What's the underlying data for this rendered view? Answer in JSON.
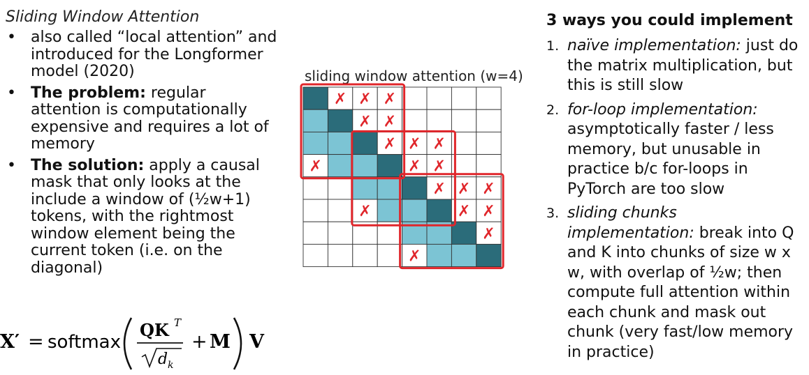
{
  "left": {
    "title": "Sliding Window Attention",
    "bullets": [
      {
        "marker": "•",
        "bold": "",
        "text": "also called “local attention” and introduced for the Longformer model  (2020)"
      },
      {
        "marker": "•",
        "bold": "The problem:",
        "text": " regular attention is computationally expensive and requires a lot of memory"
      },
      {
        "marker": "•",
        "bold": "The solution:",
        "text": " apply a causal mask that only looks at the include a window of (½w+1) tokens, with the rightmost window element being the current token (i.e. on the diagonal)"
      }
    ],
    "formula": {
      "lhs": "X′",
      "equals": "=",
      "func": "softmax",
      "numerator": "QK",
      "superscript": "T",
      "denominator_var": "d",
      "denominator_sub": "k",
      "plus": "+",
      "mask": "M",
      "value": "V"
    }
  },
  "diagram": {
    "caption": "sliding window attention (w=4)",
    "grid_size": 8,
    "dark_color": "#2b6c7a",
    "light_color": "#7cc4d4",
    "annotation_color": "#e0262b",
    "cross_mark": "✗"
  },
  "right": {
    "title": "3 ways you could implement",
    "items": [
      {
        "num": "1.",
        "italic": "naïve implementation:",
        "text": " just do the matrix multiplication, but this is still slow"
      },
      {
        "num": "2.",
        "italic": "for-loop implementation:",
        "text": " asymptotically faster / less memory, but unusable in practice b/c for-loops in PyTorch are too slow"
      },
      {
        "num": "3.",
        "italic": "sliding chunks implementation:",
        "text": " break into Q and K into chunks of size w x w, with overlap of ½w; then compute full attention within each chunk and mask out chunk (very fast/low memory in practice)"
      }
    ]
  }
}
